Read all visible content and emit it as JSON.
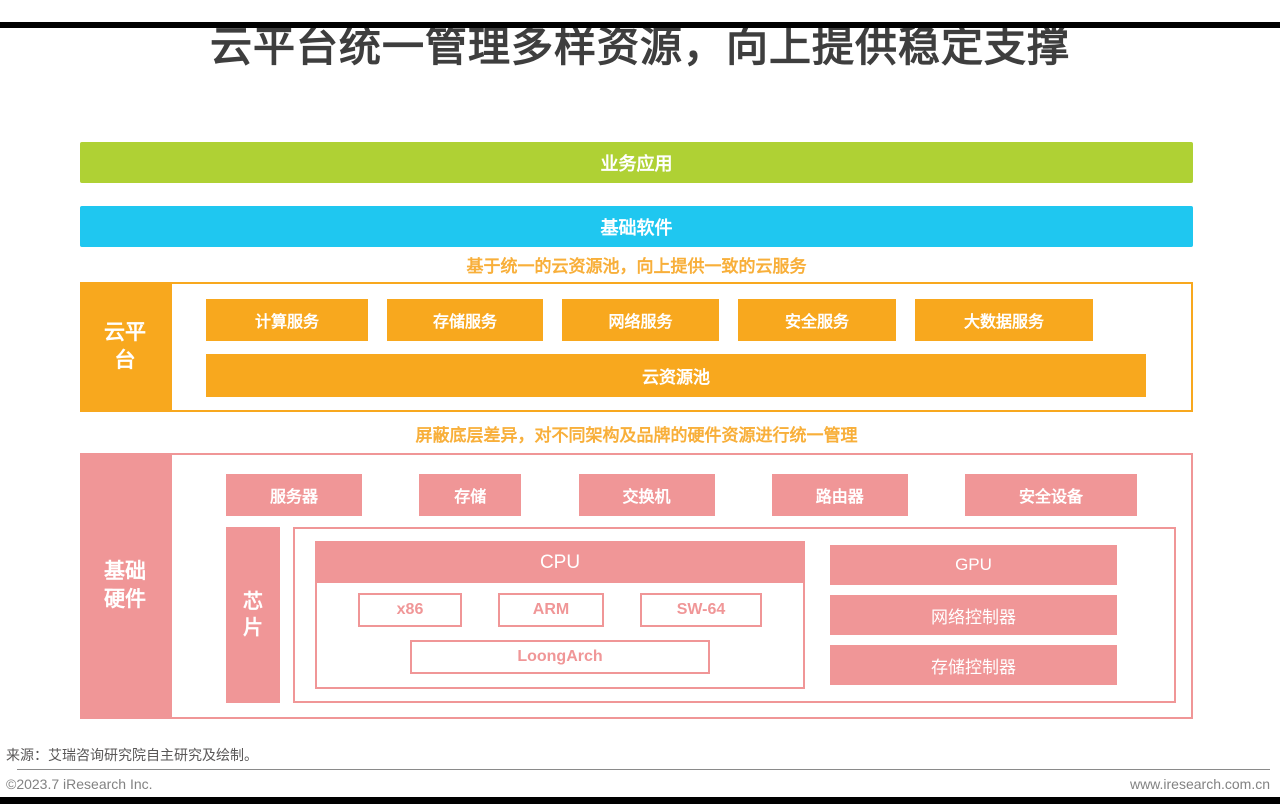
{
  "title": "云平台统一管理多样资源，向上提供稳定支撑",
  "layers": {
    "business_app": "业务应用",
    "base_software": "基础软件"
  },
  "cloud": {
    "caption": "基于统一的云资源池，向上提供一致的云服务",
    "label": "云平台",
    "services": [
      "计算服务",
      "存储服务",
      "网络服务",
      "安全服务",
      "大数据服务"
    ],
    "pool": "云资源池"
  },
  "hardware": {
    "caption": "屏蔽底层差异，对不同架构及品牌的硬件资源进行统一管理",
    "label": "基础硬件",
    "devices": [
      "服务器",
      "存储",
      "交换机",
      "路由器",
      "安全设备"
    ],
    "chip": {
      "label": "芯片",
      "cpu": {
        "label": "CPU",
        "archs": [
          "x86",
          "ARM",
          "SW-64"
        ],
        "arch_wide": "LoongArch"
      },
      "others": [
        "GPU",
        "网络控制器",
        "存储控制器"
      ]
    }
  },
  "footer": {
    "source": "来源：艾瑞咨询研究院自主研究及绘制。",
    "copyright": "©2023.7 iResearch Inc.",
    "website": "www.iresearch.com.cn"
  },
  "colors": {
    "green": "#afd134",
    "cyan": "#1fc7f0",
    "orange": "#f8a81e",
    "caption_orange": "#f8af3a",
    "pink": "#f09697",
    "title_gray": "#3e3e3e"
  }
}
